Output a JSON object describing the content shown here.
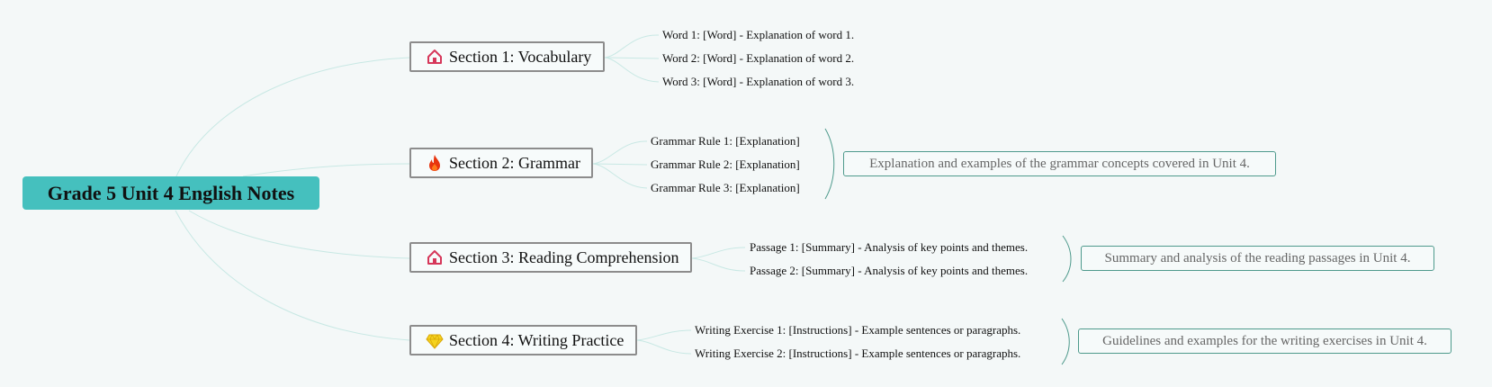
{
  "root": {
    "label": "Grade 5 Unit 4 English Notes"
  },
  "sections": [
    {
      "label": "Section 1: Vocabulary",
      "icon": "house-icon",
      "items": [
        "Word 1: [Word] - Explanation of word 1.",
        "Word 2: [Word] - Explanation of word 2.",
        "Word 3: [Word] - Explanation of word 3."
      ]
    },
    {
      "label": "Section 2: Grammar",
      "icon": "fire-icon",
      "items": [
        "Grammar Rule 1: [Explanation]",
        "Grammar Rule 2: [Explanation]",
        "Grammar Rule 3: [Explanation]"
      ],
      "summary": "Explanation and examples of the grammar concepts covered in Unit 4."
    },
    {
      "label": "Section 3: Reading Comprehension",
      "icon": "house-icon",
      "items": [
        "Passage 1: [Summary] - Analysis of key points and themes.",
        "Passage 2: [Summary] - Analysis of key points and themes."
      ],
      "summary": "Summary and analysis of the reading passages in Unit 4."
    },
    {
      "label": "Section 4: Writing Practice",
      "icon": "gem-icon",
      "items": [
        "Writing Exercise 1: [Instructions] - Example sentences or paragraphs.",
        "Writing Exercise 2: [Instructions] - Example sentences or paragraphs."
      ],
      "summary": "Guidelines and examples for the writing exercises in Unit 4."
    }
  ],
  "colors": {
    "root_fill": "#45c0be",
    "connector": "#bfe3df",
    "bracket": "#4e9a8c",
    "house_icon": "#d6375a",
    "fire_icon": "#e8340e",
    "gem_icon": "#f5d31e"
  }
}
